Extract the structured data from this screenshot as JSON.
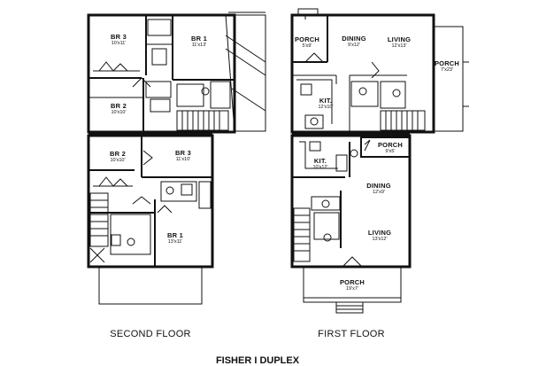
{
  "sheet_title": "FISHER I DUPLEX",
  "floors": {
    "second": {
      "caption": "SECOND FLOOR",
      "rooms": [
        {
          "name": "BR 3",
          "dims": "10'x11'"
        },
        {
          "name": "BR 1",
          "dims": "11'x13'"
        },
        {
          "name": "BR 2",
          "dims": "10'x10'"
        },
        {
          "name": "BR 2",
          "dims": "10'x10'"
        },
        {
          "name": "BR 3",
          "dims": "11'x10'"
        },
        {
          "name": "BR 1",
          "dims": "13'x11'"
        }
      ]
    },
    "first": {
      "caption": "FIRST FLOOR",
      "rooms": [
        {
          "name": "PORCH",
          "dims": "5'x9'"
        },
        {
          "name": "DINING",
          "dims": "9'x12'"
        },
        {
          "name": "LIVING",
          "dims": "12'x13'"
        },
        {
          "name": "PORCH",
          "dims": "7'x23'"
        },
        {
          "name": "KIT.",
          "dims": "12'x10'"
        },
        {
          "name": "PORCH",
          "dims": "9'x5'"
        },
        {
          "name": "KIT.",
          "dims": "10'x12'"
        },
        {
          "name": "DINING",
          "dims": "12'x9'"
        },
        {
          "name": "LIVING",
          "dims": "13'x12'"
        },
        {
          "name": "PORCH",
          "dims": "19'x7'"
        }
      ]
    }
  }
}
